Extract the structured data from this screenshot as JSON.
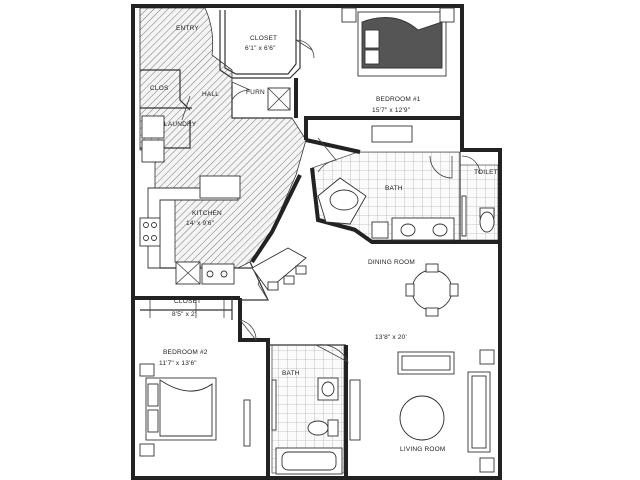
{
  "rooms": {
    "entry": "ENTRY",
    "closet_top": "CLOSET",
    "closet_top_size": "6'1\" x 6'6\"",
    "clos": "CLOS",
    "hall": "HALL",
    "furn": "FURN",
    "laundry": "LAUNDRY",
    "bedroom1": "BEDROOM #1",
    "bedroom1_size": "15'7\" x 12'9\"",
    "bath1": "BATH",
    "toilet": "TOILET",
    "kitchen": "KITCHEN",
    "kitchen_size": "14' x 9'6\"",
    "dining": "DINING ROOM",
    "closet_mid": "CLOSET",
    "closet_mid_size": "8'5\" x 2'",
    "living_size": "13'8\" x 20'",
    "bedroom2": "BEDROOM #2",
    "bedroom2_size": "11'7\" x 13'6\"",
    "bath2": "BATH",
    "living": "LIVING ROOM"
  }
}
